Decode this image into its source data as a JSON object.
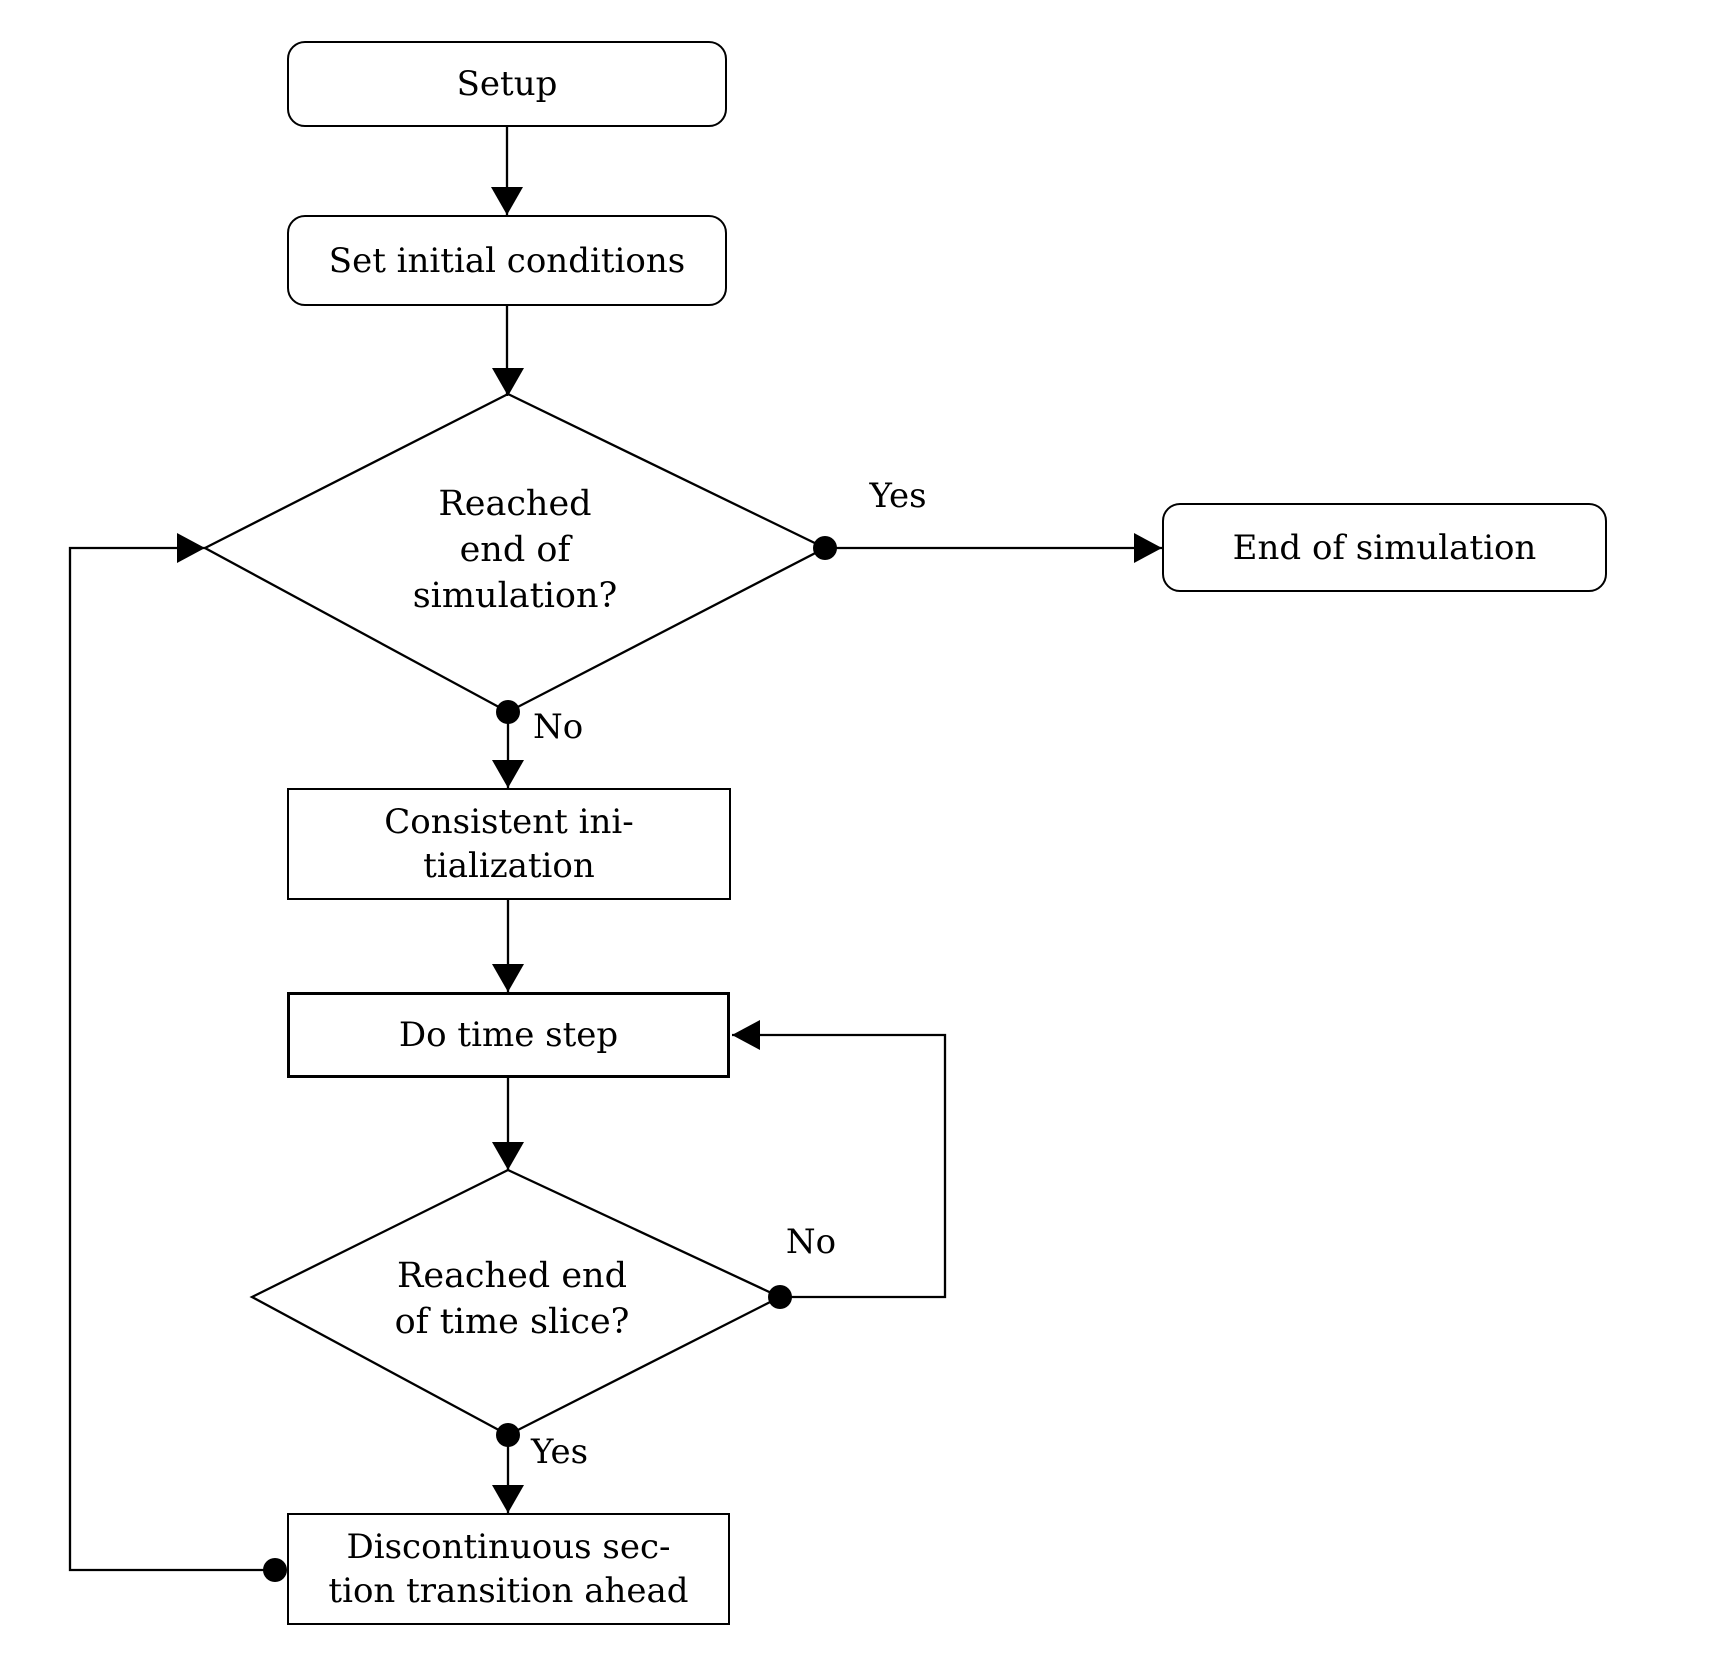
{
  "canvas": {
    "background": "#ffffff",
    "line_color": "#000000"
  },
  "nodes": {
    "setup": {
      "label": "Setup"
    },
    "set_initial_conditions": {
      "label": "Set initial conditions"
    },
    "reached_end_of_simulation": {
      "lines": [
        "Reached",
        "end of",
        "simulation?"
      ]
    },
    "end_of_simulation": {
      "label": "End of simulation"
    },
    "consistent_initialization": {
      "lines": [
        "Consistent ini-",
        "tialization"
      ]
    },
    "do_time_step": {
      "label": "Do time step"
    },
    "reached_end_of_time_slice": {
      "lines": [
        "Reached end",
        "of time slice?"
      ]
    },
    "discontinuous_section_transition": {
      "lines": [
        "Discontinuous sec-",
        "tion transition ahead"
      ]
    }
  },
  "edge_labels": {
    "simulation_yes": "Yes",
    "simulation_no": "No",
    "time_slice_no": "No",
    "time_slice_yes": "Yes"
  }
}
